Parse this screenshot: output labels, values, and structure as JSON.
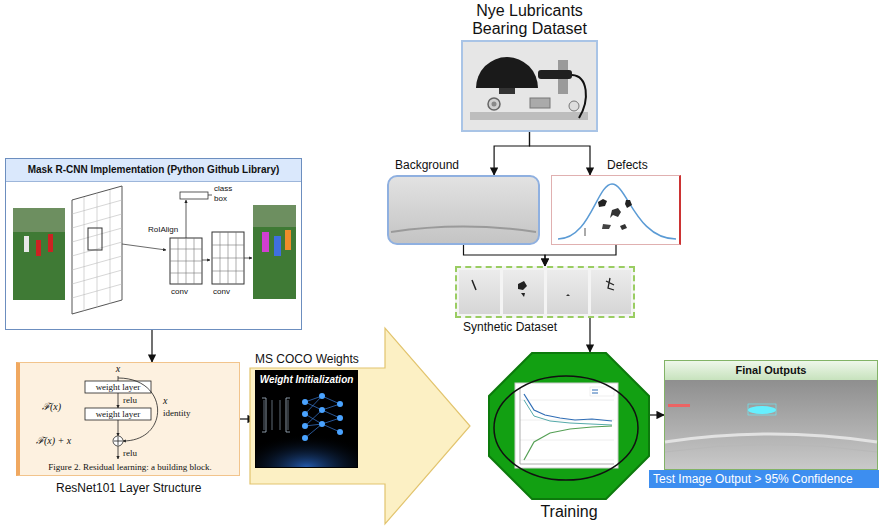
{
  "diagram": {
    "nodes": [
      {
        "text": [
          "Nye Lubricants Bearing Dataset"
        ]
      },
      {
        "text": [
          "Mask R-CNN Implementation (Python Github Library)"
        ]
      },
      {
        "text": [
          "Background"
        ]
      },
      {
        "text": [
          "Defects"
        ]
      },
      {
        "text": [
          "Synthetic Dataset"
        ]
      },
      {
        "text": [
          "Figure 2. Residual learning: a building block.",
          "ResNet101 Layer Structure"
        ]
      },
      {
        "text": [
          "MS COCO Weights",
          "Weight Initialization"
        ]
      },
      {
        "text": [
          "Training"
        ]
      },
      {
        "text": [
          "Final Outputs",
          "Test Image Output > 95% Confidence"
        ]
      }
    ],
    "edges": [
      {
        "from": 0,
        "to": 2,
        "arrow": "to"
      },
      {
        "from": 0,
        "to": 3,
        "arrow": "to"
      },
      {
        "from": 2,
        "to": 4,
        "arrow": "to"
      },
      {
        "from": 3,
        "to": 4,
        "arrow": "to"
      },
      {
        "from": 4,
        "to": 7,
        "arrow": "to"
      },
      {
        "from": 1,
        "to": 5,
        "arrow": "to"
      },
      {
        "from": 5,
        "to": 6,
        "arrow": "to"
      },
      {
        "from": 6,
        "to": 7,
        "arrow": "to"
      },
      {
        "from": 7,
        "to": 8,
        "arrow": "to"
      }
    ],
    "labels": [
      "class",
      "box",
      "RoIAlign",
      "conv",
      "conv",
      "x",
      "weight layer",
      "relu",
      "weight layer",
      "ℱ(x)",
      "x",
      "identity",
      "ℱ(x) + x",
      "relu"
    ]
  }
}
